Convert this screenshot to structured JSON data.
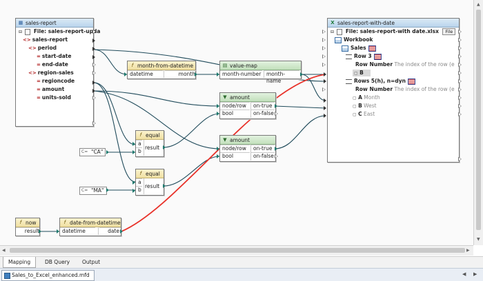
{
  "sources": {
    "title": "sales-report",
    "file_row": "File: sales-report-upda",
    "items": [
      "sales-report",
      "period",
      "start-date",
      "end-date",
      "region-sales",
      "regioncode",
      "amount",
      "units-sold"
    ]
  },
  "target": {
    "title": "sales-report-with-date",
    "file_row": "File: sales-report-with date.xlsx",
    "file_button": "File",
    "workbook": "Workbook",
    "sheet": "Sales",
    "row3": "Row 3",
    "row_number": "Row Number",
    "row_number_hint": "The index of the row (e",
    "col_b": "B",
    "rows5": "Rows 5(h), n=dyn",
    "row_number2": "Row Number",
    "row_number_hint2": "The index of the row (e",
    "col_a": "A",
    "col_a_name": "Month",
    "col_b2": "B",
    "col_b_name": "West",
    "col_c": "C",
    "col_c_name": "East"
  },
  "functions": {
    "month_from_datetime": {
      "title": "month-from-datetime",
      "in": "datetime",
      "out": "month"
    },
    "value_map": {
      "title": "value-map",
      "in": "month-number",
      "out": "month-name"
    },
    "filter1": {
      "title": "amount",
      "in1": "node/row",
      "in2": "bool",
      "out1": "on-true",
      "out2": "on-false"
    },
    "filter2": {
      "title": "amount",
      "in1": "node/row",
      "in2": "bool",
      "out1": "on-true",
      "out2": "on-false"
    },
    "equal1": {
      "title": "equal",
      "a": "a",
      "b": "b",
      "out": "result"
    },
    "equal2": {
      "title": "equal",
      "a": "a",
      "b": "b",
      "out": "result"
    },
    "now": {
      "title": "now",
      "out": "result"
    },
    "date_from_datetime": {
      "title": "date-from-datetime",
      "in": "datetime",
      "out": "date"
    },
    "fx_glyph": "f"
  },
  "constants": {
    "ca": "\"CA\"",
    "ma": "\"MA\"",
    "type_glyph": "C="
  },
  "bottom_tabs": [
    "Mapping",
    "DB Query",
    "Output"
  ],
  "document_tab": "Sales_to_Excel_enhanced.mfd",
  "icons": {
    "component_icon": "xml-schema-icon",
    "excel_icon": "excel-file-icon",
    "filter_icon": "filter-funnel-icon",
    "value_map_icon": "value-map-icon",
    "function_icon": "function-icon",
    "constant_icon": "constant-icon"
  },
  "colors": {
    "connector": "#1f4a5a",
    "highlight_connector": "#e8322a",
    "title_blue": "#c4dbef",
    "title_green": "#cfe6ca",
    "title_yellow": "#f4e7b0"
  }
}
